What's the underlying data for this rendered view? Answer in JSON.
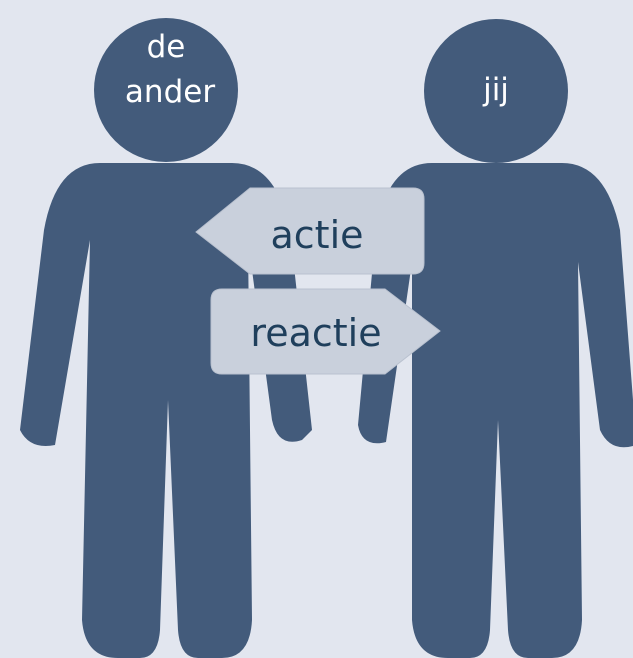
{
  "colors": {
    "background": "#e2e6ef",
    "person": "#435b7b",
    "arrow_fill": "#c9d0dc",
    "arrow_stroke": "#b9c1cf",
    "label_text": "#ffffff",
    "arrow_text": "#1f3f5c"
  },
  "people": {
    "left": {
      "label_line1": "de",
      "label_line2": "ander"
    },
    "right": {
      "label": "jij"
    }
  },
  "arrows": {
    "action": {
      "label": "actie",
      "direction": "left"
    },
    "reaction": {
      "label": "reactie",
      "direction": "right"
    }
  }
}
